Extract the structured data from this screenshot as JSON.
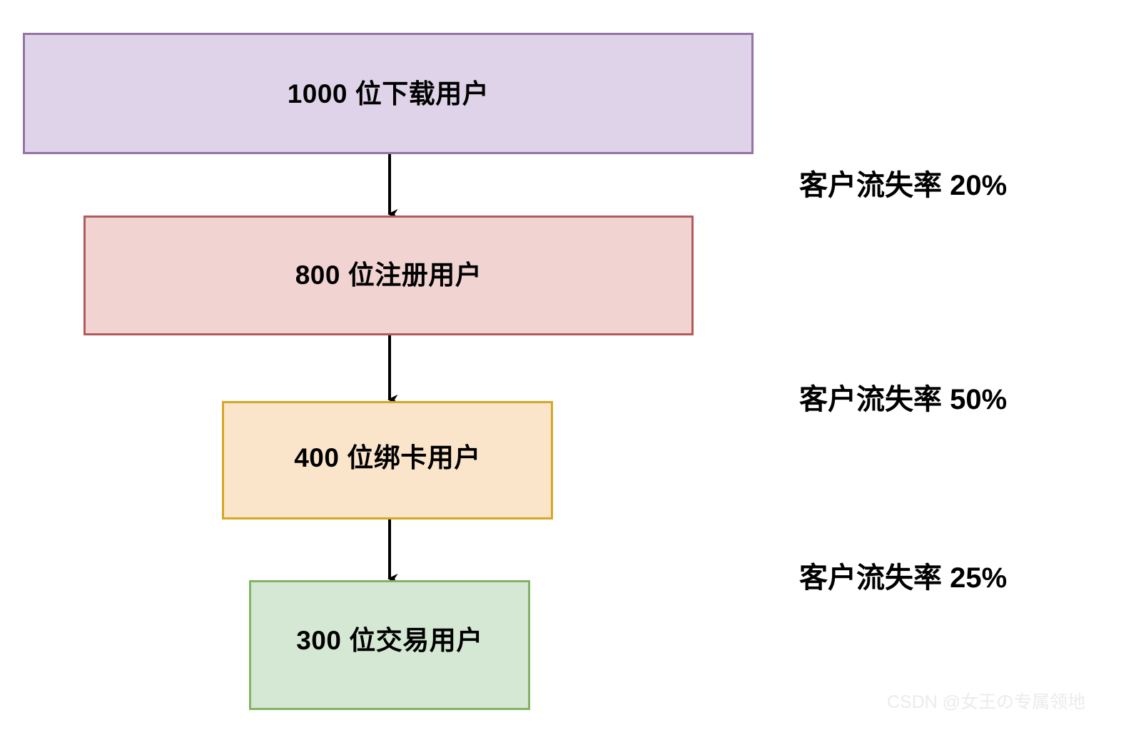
{
  "chart_data": {
    "type": "bar",
    "title": "",
    "subtitle": "",
    "xlabel": "",
    "ylabel": "",
    "orientation": "funnel-vertical",
    "categories": [
      "下载用户",
      "注册用户",
      "绑卡用户",
      "交易用户"
    ],
    "values": [
      1000,
      800,
      400,
      300
    ],
    "stage_labels": [
      "1000 位下载用户",
      "800 位注册用户",
      "400 位绑卡用户",
      "300 位交易用户"
    ],
    "annotations": [
      "客户流失率 20%",
      "客户流失率 50%",
      "客户流失率 25%"
    ],
    "drop_off_rates": [
      20,
      50,
      25
    ],
    "legend": [],
    "grid": false
  },
  "diagram": {
    "background_color": "#ffffff",
    "stages": [
      {
        "label": "1000 位下载用户",
        "count": 1000,
        "name": "download-users",
        "fill": "#ded3e8",
        "stroke": "#9673a6"
      },
      {
        "label": "800 位注册用户",
        "count": 800,
        "name": "registered-users",
        "fill": "#f1d3d2",
        "stroke": "#b15b5b"
      },
      {
        "label": "400 位绑卡用户",
        "count": 400,
        "name": "card-bound-users",
        "fill": "#fae5cb",
        "stroke": "#d6a723"
      },
      {
        "label": "300 位交易用户",
        "count": 300,
        "name": "transacting-users",
        "fill": "#d5e8d4",
        "stroke": "#82b366"
      }
    ],
    "churn_notes": [
      {
        "label": "客户流失率 20%",
        "rate": 20
      },
      {
        "label": "客户流失率 50%",
        "rate": 50
      },
      {
        "label": "客户流失率 25%",
        "rate": 25
      }
    ],
    "arrow_color": "#000000"
  },
  "watermark": {
    "text": "CSDN @女王の专属领地",
    "color": "#ebebeb"
  }
}
